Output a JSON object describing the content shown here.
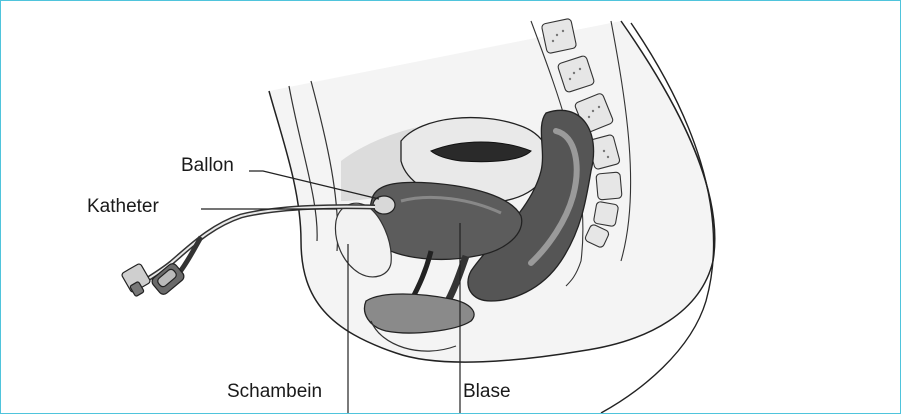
{
  "labels": {
    "ballon": "Ballon",
    "katheter": "Katheter",
    "schambein": "Schambein",
    "blase": "Blase"
  },
  "colors": {
    "frame_border": "#4fc4dc",
    "tissue_fill": "#eeeeee",
    "dark_fill": "#5a5a5a",
    "line": "#222222"
  },
  "icons": {
    "catheter": "catheter-tube",
    "anatomy": "female-pelvis-sagittal-section"
  }
}
